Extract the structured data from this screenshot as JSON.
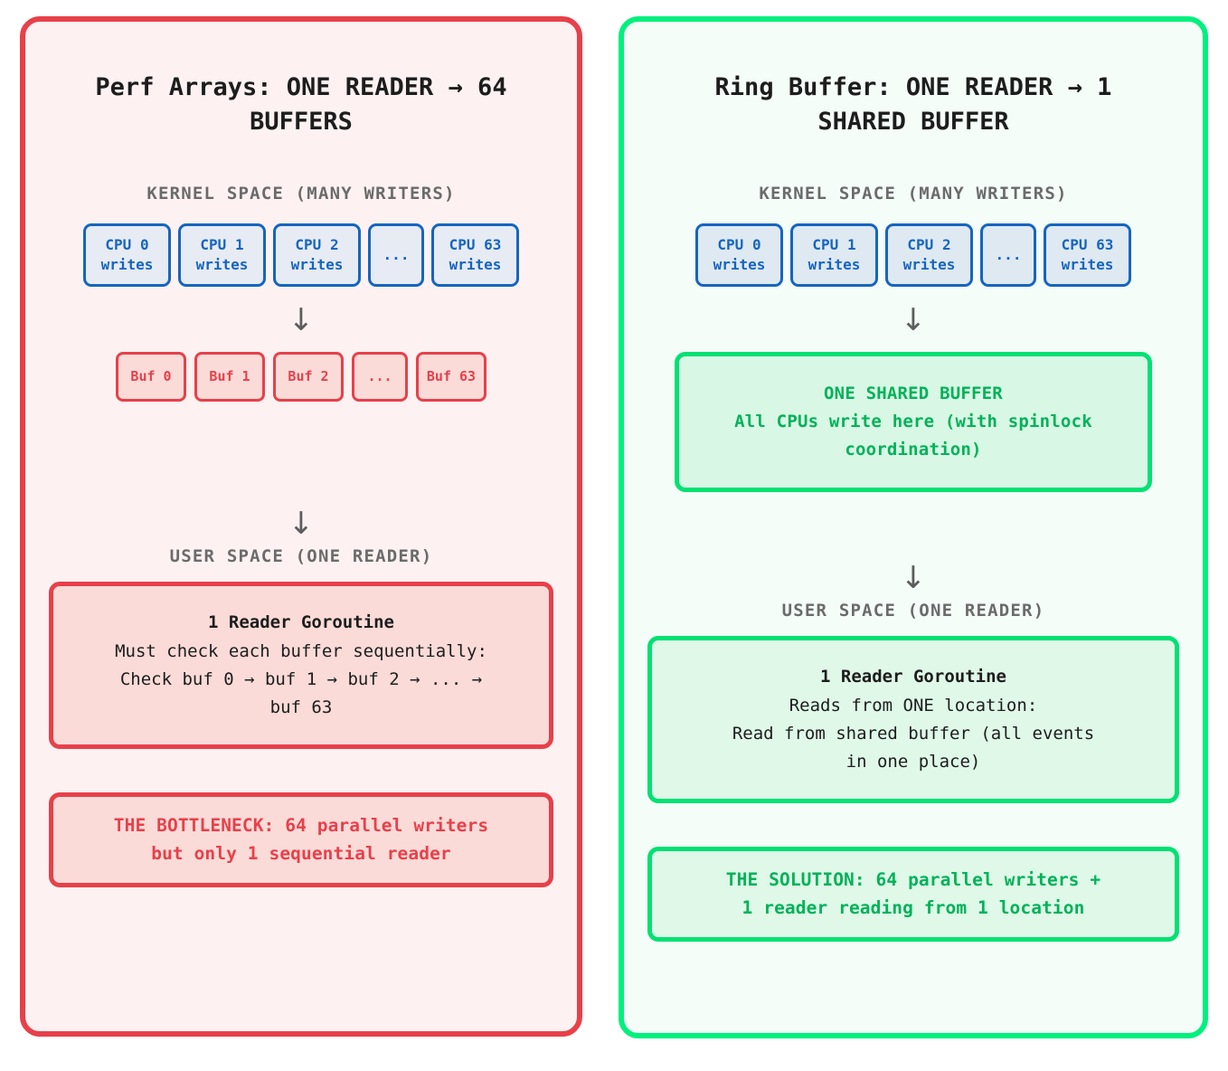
{
  "diagram": {
    "arrow_glyph": "↓",
    "colors": {
      "red_accent": "#e8404a",
      "red_fill": "#fadbd8",
      "red_panel_bg": "#fdf2f1",
      "green_accent": "#00f07e",
      "green_text": "#00b259",
      "green_fill": "#dff8e8",
      "green_panel_bg": "#f4fdf8",
      "blue_accent": "#1565c0",
      "blue_fill": "#e7ebf4",
      "label_gray": "#6b6b6b",
      "arrow_gray": "#5d5d5d",
      "title_black": "#1d1d1d"
    }
  },
  "left_panel": {
    "title": "Perf Arrays: ONE READER → 64\nBUFFERS",
    "kernel_label": "KERNEL SPACE (MANY WRITERS)",
    "user_label": "USER SPACE (ONE READER)",
    "cpu_boxes": [
      {
        "label": "CPU 0\nwrites",
        "kind": "cpu"
      },
      {
        "label": "CPU 1\nwrites",
        "kind": "cpu"
      },
      {
        "label": "CPU 2\nwrites",
        "kind": "cpu"
      },
      {
        "label": "...",
        "kind": "ellipsis"
      },
      {
        "label": "CPU 63\nwrites",
        "kind": "cpu"
      }
    ],
    "buffers": [
      {
        "label": "Buf 0",
        "kind": "buf"
      },
      {
        "label": "Buf 1",
        "kind": "buf"
      },
      {
        "label": "Buf 2",
        "kind": "buf"
      },
      {
        "label": "...",
        "kind": "ellipsis"
      },
      {
        "label": "Buf 63",
        "kind": "buf"
      }
    ],
    "reader": {
      "title": "1 Reader Goroutine",
      "body": "Must check each buffer sequentially:\nCheck buf 0 → buf 1 → buf 2 → ... →\nbuf 63"
    },
    "verdict": "THE BOTTLENECK: 64 parallel writers\nbut only 1 sequential reader"
  },
  "right_panel": {
    "title": "Ring Buffer: ONE READER → 1\nSHARED BUFFER",
    "kernel_label": "KERNEL SPACE (MANY WRITERS)",
    "user_label": "USER SPACE (ONE READER)",
    "cpu_boxes": [
      {
        "label": "CPU 0\nwrites",
        "kind": "cpu"
      },
      {
        "label": "CPU 1\nwrites",
        "kind": "cpu"
      },
      {
        "label": "CPU 2\nwrites",
        "kind": "cpu"
      },
      {
        "label": "...",
        "kind": "ellipsis"
      },
      {
        "label": "CPU 63\nwrites",
        "kind": "cpu"
      }
    ],
    "shared_buffer": "ONE SHARED BUFFER\nAll CPUs write here (with spinlock\ncoordination)",
    "reader": {
      "title": "1 Reader Goroutine",
      "body": "Reads from ONE location:\nRead from shared buffer (all events\nin one place)"
    },
    "verdict": "THE SOLUTION: 64 parallel writers +\n1 reader reading from 1 location"
  }
}
